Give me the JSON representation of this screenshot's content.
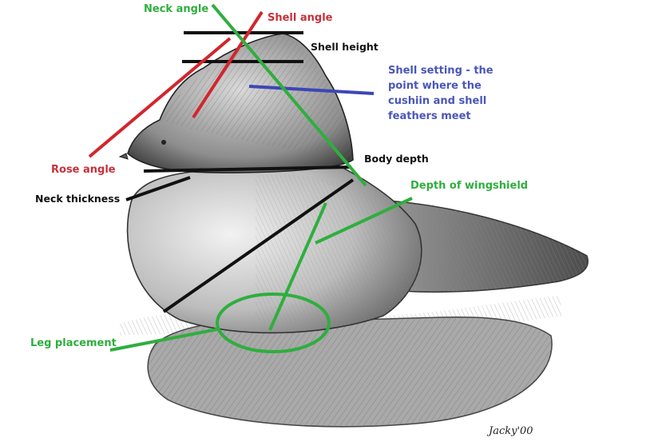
{
  "labels": {
    "neck_angle": "Neck angle",
    "shell_angle": "Shell angle",
    "shell_height": "Shell height",
    "shell_setting_1": "Shell setting - the",
    "shell_setting_2": "point where the",
    "shell_setting_3": "cushiin and shell",
    "shell_setting_4": "feathers meet",
    "body_depth": "Body depth",
    "rose_angle": "Rose angle",
    "neck_thickness": "Neck thickness",
    "depth_of_wingshield": "Depth of wingshield",
    "leg_placement": "Leg placement"
  },
  "signature": "Jacky'00",
  "colors": {
    "green": "#2fae3e",
    "red": "#d1262d",
    "blue": "#3d46b5",
    "black": "#111111",
    "green_text": "#2fae3e",
    "red_text": "#c8303a",
    "blue_text": "#4a56b8"
  }
}
